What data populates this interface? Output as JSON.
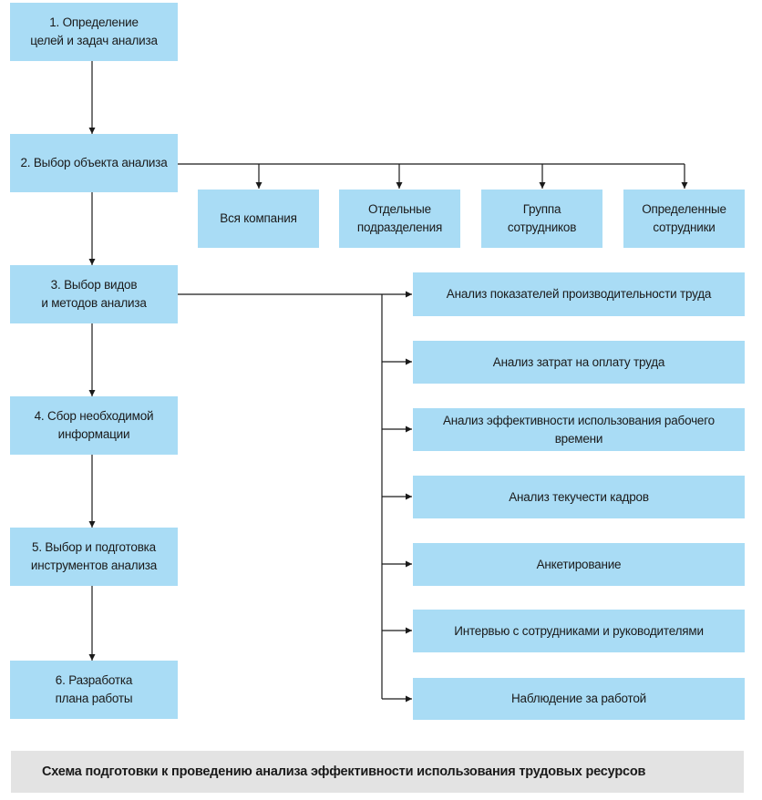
{
  "steps": [
    "1. Определение\nцелей и задач анализа",
    "2. Выбор объекта анализа",
    "3. Выбор видов\nи методов анализа",
    "4. Сбор необходимой\nинформации",
    "5. Выбор и подготовка\nинструментов анализа",
    "6. Разработка\nплана работы"
  ],
  "objects": [
    "Вся компания",
    "Отдельные\nподразделения",
    "Группа\nсотрудников",
    "Определенные\nсотрудники"
  ],
  "methods": [
    "Анализ показателей производительности труда",
    "Анализ затрат на оплату труда",
    "Анализ эффективности использования рабочего времени",
    "Анализ текучести кадров",
    "Анкетирование",
    "Интервью с сотрудниками и руководителями",
    "Наблюдение за работой"
  ],
  "caption": "Схема подготовки к проведению анализа эффективности использования трудовых ресурсов",
  "colors": {
    "box_fill": "#a9dcf5",
    "caption_fill": "#e3e3e3",
    "line": "#1a1a1a"
  }
}
